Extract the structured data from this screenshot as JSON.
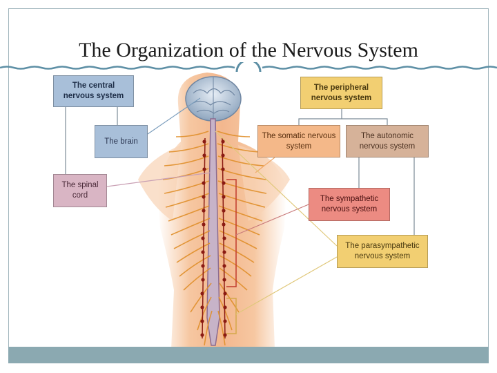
{
  "slide": {
    "title": "The Organization of the Nervous System"
  },
  "labels": {
    "cns": "The central nervous system",
    "brain": "The brain",
    "spinal_cord": "The spinal cord",
    "pns": "The peripheral nervous system",
    "somatic": "The somatic nervous system",
    "autonomic": "The autonomic nervous system",
    "sympathetic": "The sympathetic nervous system",
    "parasympathetic": "The parasympathetic nervous system"
  },
  "colors": {
    "cns": "#a8bfd9",
    "brain": "#a8bfd9",
    "spinal_cord": "#d9b5c4",
    "pns": "#f2cf72",
    "somatic": "#f4b889",
    "autonomic": "#d6b299",
    "sympathetic": "#ec8b82",
    "parasympathetic": "#f2cf72",
    "skin": "#f5c9a3",
    "nerve": "#e08f2a",
    "ganglion": "#8a1a12"
  }
}
